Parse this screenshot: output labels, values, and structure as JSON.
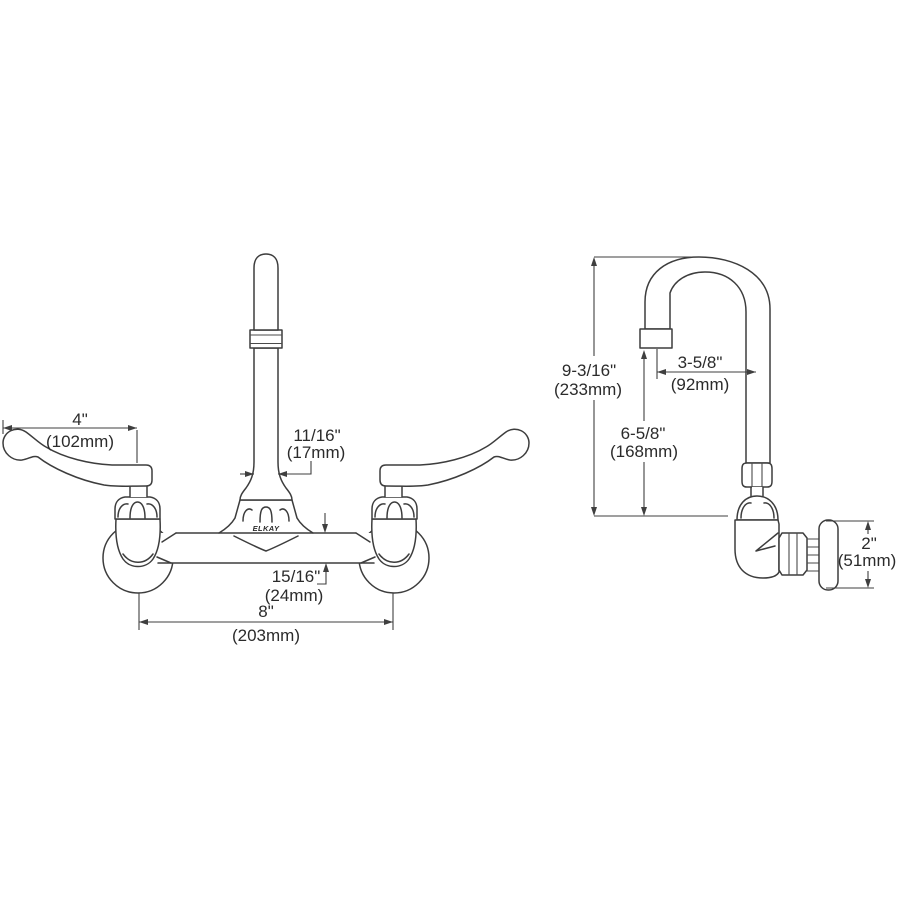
{
  "page": {
    "background": "#ffffff",
    "line_color": "#3d3d3d",
    "text_color": "#2b2b2b"
  },
  "brand": {
    "logo": "ELKAY"
  },
  "front_view": {
    "dims": {
      "handle": {
        "in": "4\"",
        "mm": "(102mm)"
      },
      "spout_od": {
        "in": "11/16\"",
        "mm": "(17mm)"
      },
      "body": {
        "in": "15/16\"",
        "mm": "(24mm)"
      },
      "spread": {
        "in": "8\"",
        "mm": "(203mm)"
      }
    }
  },
  "side_view": {
    "dims": {
      "height": {
        "in": "9-3/16\"",
        "mm": "(233mm)"
      },
      "reach": {
        "in": "3-5/8\"",
        "mm": "(92mm)"
      },
      "outlet": {
        "in": "6-5/8\"",
        "mm": "(168mm)"
      },
      "flange": {
        "in": "2\"",
        "mm": "(51mm)"
      }
    }
  }
}
